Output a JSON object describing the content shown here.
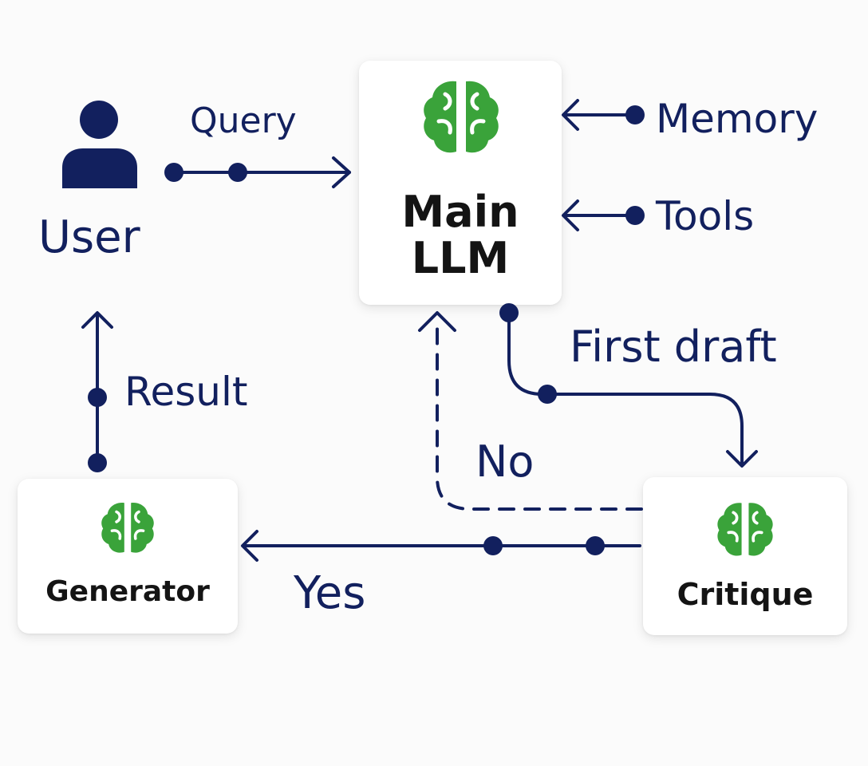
{
  "nodes": {
    "user": {
      "label": "User"
    },
    "main_llm": {
      "label_line1": "Main",
      "label_line2": "LLM"
    },
    "generator": {
      "label": "Generator"
    },
    "critique": {
      "label": "Critique"
    }
  },
  "inputs": {
    "memory": "Memory",
    "tools": "Tools"
  },
  "edges": {
    "query": "Query",
    "first_draft": "First draft",
    "no": "No",
    "yes": "Yes",
    "result": "Result"
  },
  "colors": {
    "navy": "#12205e",
    "brain_green": "#3aa33a",
    "card_bg": "#ffffff",
    "label_dark": "#141414"
  },
  "icons": {
    "user": "user-icon",
    "brain": "brain-icon"
  }
}
